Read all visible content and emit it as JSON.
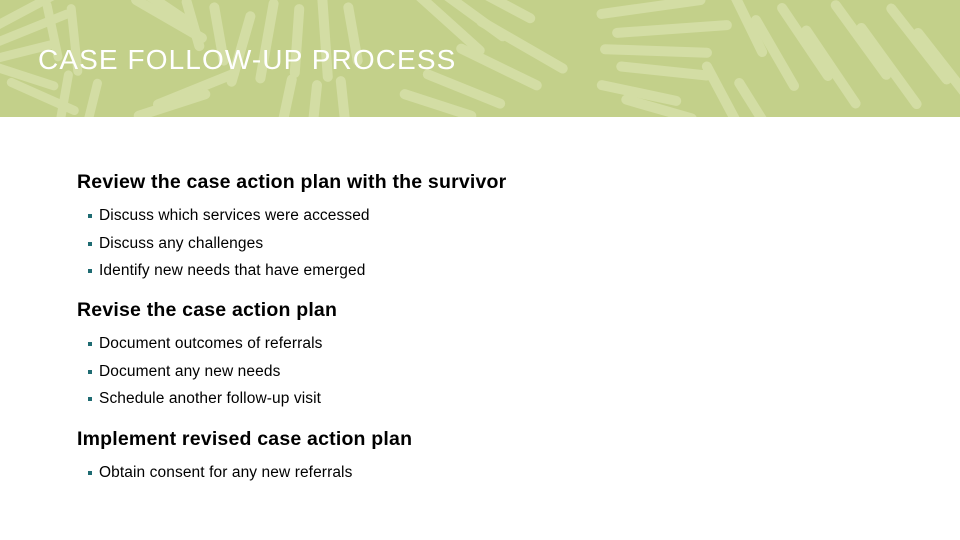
{
  "header": {
    "title": "CASE FOLLOW-UP PROCESS",
    "background_color": "#c3d08a",
    "pattern_color": "#d3dda4",
    "title_color": "#ffffff"
  },
  "theme": {
    "bullet_color": "#1f6b72",
    "text_color": "#000000",
    "slide_background": "#ffffff"
  },
  "body": {
    "sections": [
      {
        "heading": "Review the case action plan with the survivor",
        "bullets": [
          "Discuss which services were accessed",
          "Discuss any challenges",
          "Identify new needs that have emerged"
        ]
      },
      {
        "heading": "Revise the case action plan",
        "bullets": [
          "Document outcomes of referrals",
          "Document any new needs",
          "Schedule another follow-up visit"
        ]
      },
      {
        "heading": "Implement revised case action plan",
        "bullets": [
          "Obtain consent for any new referrals"
        ]
      }
    ]
  }
}
